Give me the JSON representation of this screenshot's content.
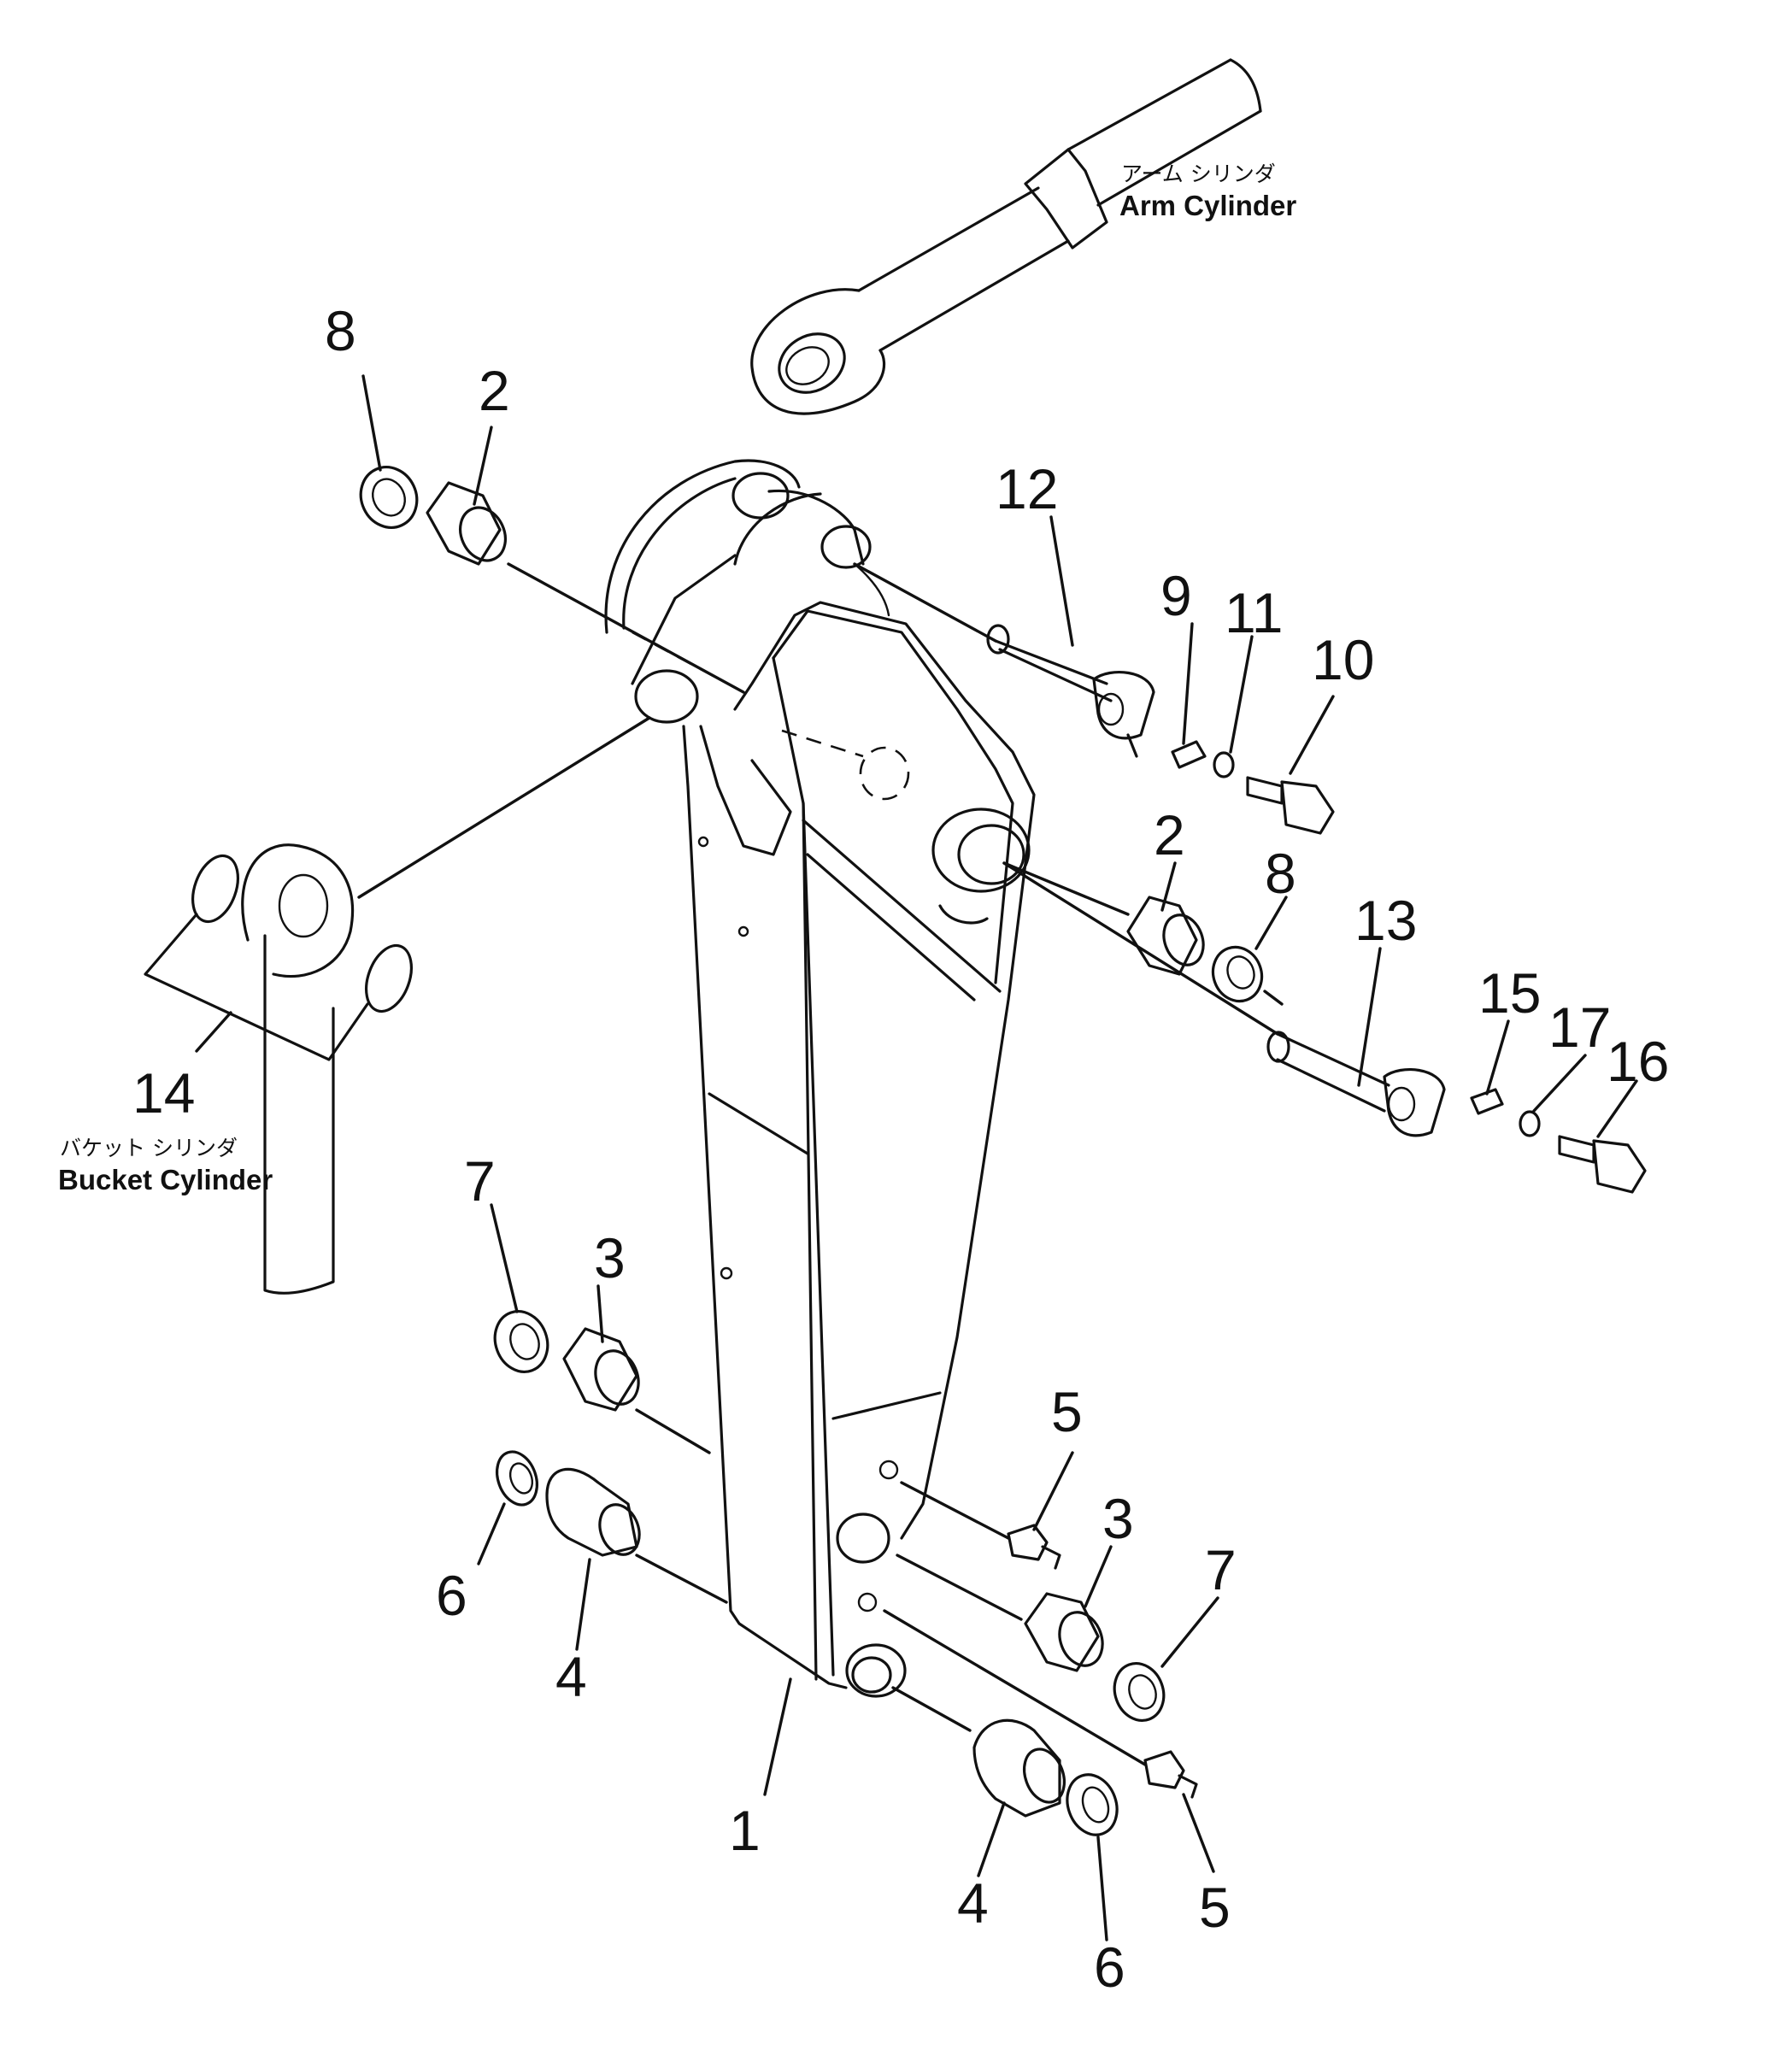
{
  "labels": {
    "arm_cylinder_jp": "アーム シリンダ",
    "arm_cylinder_en": "Arm Cylinder",
    "bucket_cylinder_jp": "バケット シリンダ",
    "bucket_cylinder_en": "Bucket Cylinder"
  },
  "callouts": {
    "n1": "1",
    "n2_top": "2",
    "n2_right": "2",
    "n3_left": "3",
    "n3_right": "3",
    "n4_left": "4",
    "n4_bottom": "4",
    "n5_upper": "5",
    "n5_lower": "5",
    "n6_left": "6",
    "n6_bottom": "6",
    "n7_left": "7",
    "n7_right": "7",
    "n8_top": "8",
    "n8_right": "8",
    "n9": "9",
    "n10": "10",
    "n11": "11",
    "n12": "12",
    "n13": "13",
    "n14": "14",
    "n15": "15",
    "n16": "16",
    "n17": "17"
  }
}
